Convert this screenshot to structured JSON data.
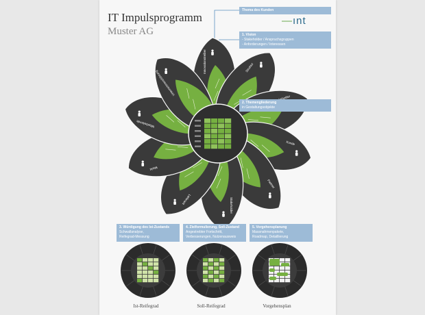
{
  "header": {
    "title": "IT Impulsprogramm",
    "subtitle": "Muster AG",
    "logo_text": "ınt"
  },
  "callouts": {
    "client_theme": {
      "heading": "Thema des Kunden"
    },
    "vision": {
      "heading": "1. Vision",
      "lines": [
        "- Stakeholder / Anspruchsgruppen",
        "- Anforderungen / Interessen"
      ]
    },
    "structure": {
      "heading": "2. Themengliederung",
      "lines": [
        "in Gestaltungsobjekte"
      ]
    },
    "assessment": {
      "heading": "3. Würdigung des Ist-Zustands",
      "lines": [
        "Schwallanalyse,",
        "Reifegrad-Messung"
      ]
    },
    "target": {
      "heading": "4. Zielformulierung, Soll-Zustand",
      "lines": [
        "Angestrebter Fortschritt,",
        "Verbesserungen, Nutzenausweis"
      ]
    },
    "plan": {
      "heading": "5. Vorgehensplanung",
      "lines": [
        "Massnahmenpakete,",
        "Roadmap, Detaillierung"
      ]
    }
  },
  "petals": [
    "Innovationstreiber",
    "Struktur",
    "Stakeholder",
    "Kunde",
    "Partner",
    "Stakeholder",
    "Lieferant",
    "Markt",
    "Mitarbeitende",
    "Unternehmensführung"
  ],
  "bottom_labels": [
    "Ist-Reifegrad",
    "Soll-Reifegrad",
    "Vorgehensplan"
  ],
  "colors": {
    "green": "#76b041",
    "light_green": "#cfe2a8",
    "dark_grey": "#3a3a3a",
    "callout_blue": "#9dbbd7",
    "line_blue": "#5a8fc0"
  }
}
